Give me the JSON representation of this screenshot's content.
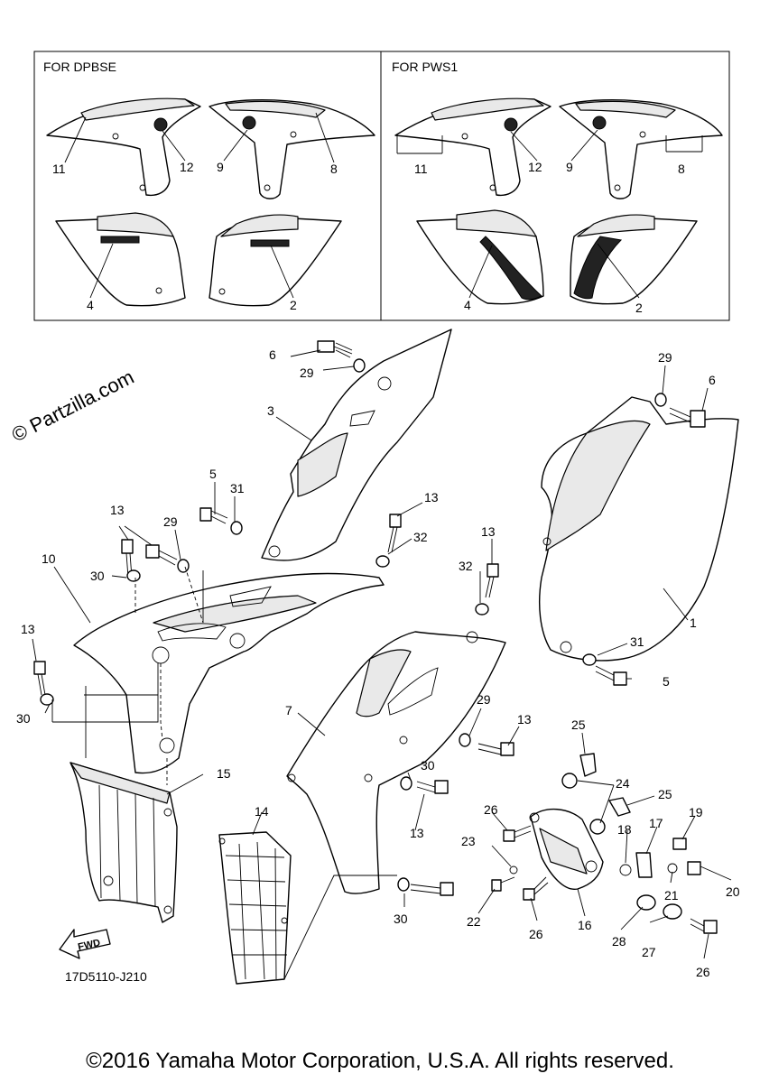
{
  "insets": {
    "left_title": "FOR DPBSE",
    "right_title": "FOR PWS1"
  },
  "watermark": "© Partzilla.com",
  "diagram_code": "17D5110-J210",
  "fwd_label": "FWD",
  "copyright": "©2016 Yamaha Motor Corporation, U.S.A. All rights reserved.",
  "callouts": {
    "c1": "1",
    "c2": "2",
    "c3": "3",
    "c4": "4",
    "c5": "5",
    "c6": "6",
    "c7": "7",
    "c8": "8",
    "c9": "9",
    "c10": "10",
    "c11": "11",
    "c12": "12",
    "c13": "13",
    "c14": "14",
    "c15": "15",
    "c16": "16",
    "c17": "17",
    "c18": "18",
    "c19": "19",
    "c20": "20",
    "c21": "21",
    "c22": "22",
    "c23": "23",
    "c24": "24",
    "c25": "25",
    "c26": "26",
    "c27": "27",
    "c28": "28",
    "c29": "29",
    "c30": "30",
    "c31": "31",
    "c32": "32"
  }
}
